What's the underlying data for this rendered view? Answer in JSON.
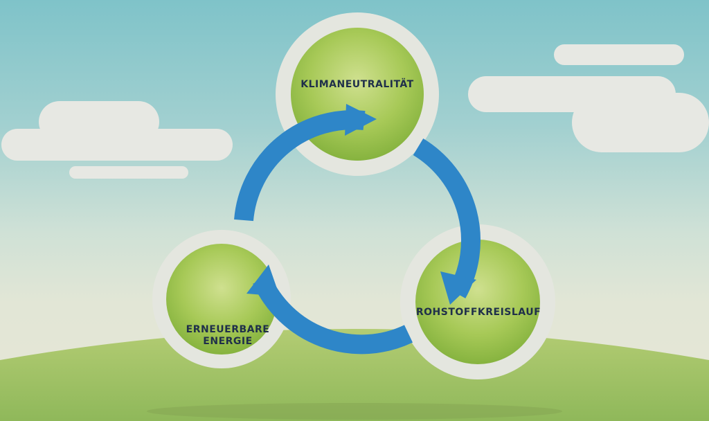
{
  "diagram": {
    "nodes": [
      {
        "id": "top",
        "label": "KLIMANEUTRALITÄT"
      },
      {
        "id": "right",
        "label": "ROHSTOFFKREISLAUF"
      },
      {
        "id": "left",
        "label_line1": "ERNEUERBARE",
        "label_line2": "ENERGIE"
      }
    ],
    "colors": {
      "node_fill": "#9ac24a",
      "node_ring": "#e4e6df",
      "arrow": "#2e86c8",
      "label_text": "#1f2f4a",
      "sky": "#8cc7cb",
      "hill": "#a5c46a"
    }
  }
}
